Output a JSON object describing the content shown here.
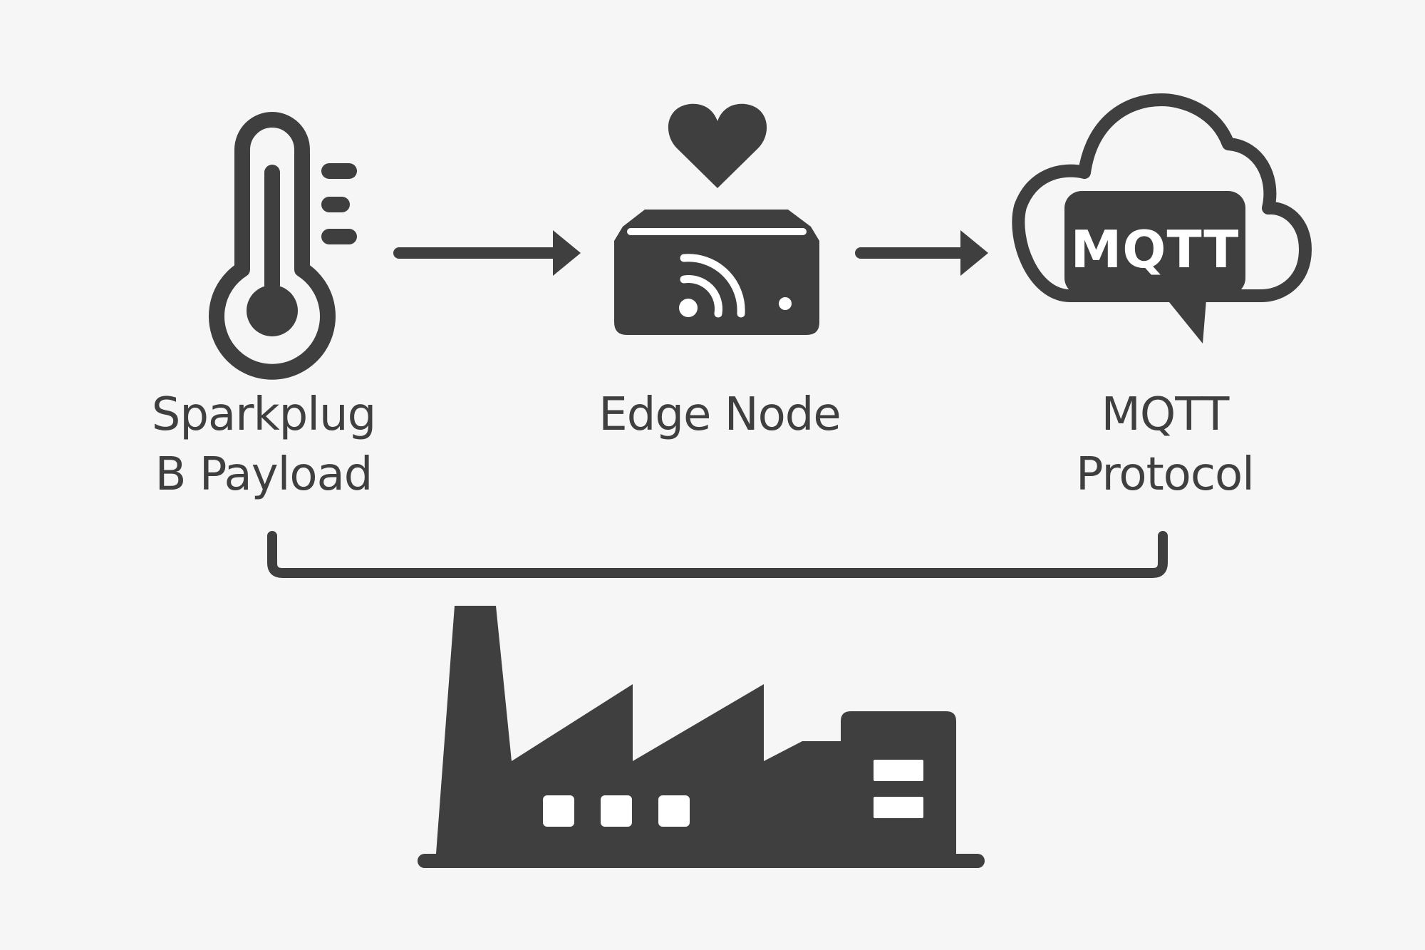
{
  "nodes": [
    {
      "id": "sparkplug",
      "line1": "Sparkplug",
      "line2": "B Payload",
      "icon": "thermometer-icon"
    },
    {
      "id": "edge",
      "line1": "Edge Node",
      "icon": "edge-gateway-icon"
    },
    {
      "id": "mqtt",
      "line1": "MQTT",
      "line2": "Protocol",
      "icon": "cloud-icon",
      "badge": "MQTT"
    }
  ],
  "extra_icons": [
    "heart-icon",
    "wifi-icon",
    "factory-icon"
  ],
  "connectors": [
    "arrow-right",
    "arrow-right",
    "bracket"
  ],
  "colors": {
    "ink": "#3f3f3f",
    "background": "#f6f6f6",
    "accent_light": "#ffffff"
  }
}
